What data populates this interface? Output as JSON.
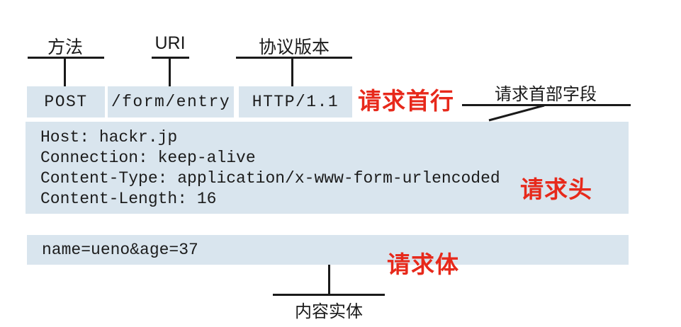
{
  "colors": {
    "box_bg": "#d9e5ee",
    "accent_red": "#e7291b",
    "line_black": "#1a1a1a"
  },
  "request_line": {
    "labels": [
      {
        "text": "方法"
      },
      {
        "text": "URI"
      },
      {
        "text": "协议版本"
      }
    ],
    "parts": [
      {
        "value": "POST"
      },
      {
        "value": "/form/entry"
      },
      {
        "value": "HTTP/1.1"
      }
    ],
    "annotation": "请求首行"
  },
  "headers": {
    "callout_label": "请求首部字段",
    "lines": [
      "Host: hackr.jp",
      "Connection: keep-alive",
      "Content-Type: application/x-www-form-urlencoded",
      "Content-Length: 16"
    ],
    "annotation": "请求头"
  },
  "body": {
    "content": "name=ueno&age=37",
    "annotation": "请求体",
    "callout_label": "内容实体"
  }
}
